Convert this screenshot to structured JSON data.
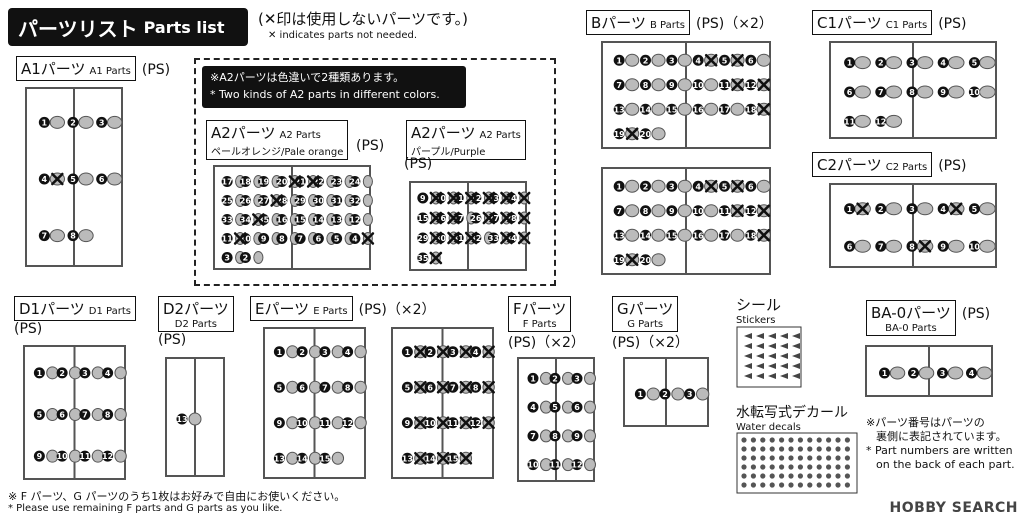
{
  "header": {
    "jp": "パーツリスト",
    "en": "Parts list"
  },
  "note": {
    "jp": "(✕印は使用しないパーツです。)",
    "en": "✕ indicates parts not needed."
  },
  "sections": {
    "a1": {
      "jp": "A1パーツ",
      "en": "A1 Parts",
      "ps": "(PS)"
    },
    "a2_note_jp": "※A2パーツは色違いで2種類あります。",
    "a2_note_tag": "A2",
    "a2_note_en": "* Two kinds of A2 parts in different colors.",
    "a2o": {
      "jp": "A2パーツ",
      "en": "A2 Parts",
      "color": "ペールオレンジ/Pale orange",
      "ps": "(PS)"
    },
    "a2p": {
      "jp": "A2パーツ",
      "en": "A2 Parts",
      "color": "パープル/Purple",
      "ps": "(PS)"
    },
    "b": {
      "jp": "Bパーツ",
      "en": "B Parts",
      "ps": "(PS)（×2）"
    },
    "c1": {
      "jp": "C1パーツ",
      "en": "C1 Parts",
      "ps": "(PS)"
    },
    "c2": {
      "jp": "C2パーツ",
      "en": "C2 Parts",
      "ps": "(PS)"
    },
    "d1": {
      "jp": "D1パーツ",
      "en": "D1 Parts",
      "ps": "(PS)"
    },
    "d2": {
      "jp": "D2パーツ",
      "en": "D2 Parts",
      "ps": "(PS)"
    },
    "e": {
      "jp": "Eパーツ",
      "en": "E Parts",
      "ps": "(PS)（×2）"
    },
    "f": {
      "jp": "Fパーツ",
      "en": "F Parts",
      "ps": "(PS)（×2）"
    },
    "g": {
      "jp": "Gパーツ",
      "en": "G Parts",
      "ps": "(PS)（×2）"
    },
    "sticker": {
      "jp": "シール",
      "en": "Stickers"
    },
    "decal": {
      "jp": "水転写式デカール",
      "en": "Water decals"
    },
    "ba0": {
      "jp": "BA-0パーツ",
      "en": "BA-0 Parts",
      "ps": "(PS)"
    }
  },
  "back_note": {
    "jp1": "※パーツ番号はパーツの",
    "jp2": "裏側に表記されています。",
    "en1": "* Part numbers are written",
    "en2": "on the back of each part."
  },
  "footer": {
    "jp": "※ F パーツ、G パーツのうち1枚はお好みで自由にお使いください。",
    "en": "* Please use remaining F parts and G parts as you like."
  },
  "watermark": "HOBBY SEARCH",
  "runners": {
    "a1": {
      "nums": [
        "1",
        "2",
        "3",
        "4",
        "5",
        "6",
        "7",
        "8"
      ],
      "x": 1
    },
    "a2o": {
      "nums": [
        "17",
        "18",
        "19",
        "20",
        "21",
        "22",
        "23",
        "24",
        "25",
        "26",
        "27",
        "28",
        "29",
        "30",
        "31",
        "32",
        "33",
        "34",
        "35",
        "16",
        "15",
        "14",
        "13",
        "12",
        "11",
        "10",
        "9",
        "8",
        "7",
        "6",
        "5",
        "4",
        "3",
        "2"
      ],
      "x": 6
    },
    "a2p": {
      "nums": [
        "9",
        "10",
        "11",
        "12",
        "13",
        "14",
        "15",
        "16",
        "17",
        "26",
        "27",
        "28",
        "29",
        "30",
        "31",
        "32",
        "33",
        "34",
        "35"
      ],
      "x": 17
    },
    "b": {
      "nums": [
        "1",
        "2",
        "3",
        "4",
        "5",
        "6",
        "7",
        "8",
        "9",
        "10",
        "11",
        "12",
        "13",
        "14",
        "15",
        "16",
        "17",
        "18",
        "19",
        "20"
      ],
      "x": 6
    },
    "c1": {
      "nums": [
        "1",
        "2",
        "3",
        "4",
        "5",
        "6",
        "7",
        "8",
        "9",
        "10",
        "11",
        "12"
      ],
      "x": 0
    },
    "c2": {
      "nums": [
        "1",
        "2",
        "3",
        "4",
        "5",
        "6",
        "7",
        "8",
        "9",
        "10"
      ],
      "x": 3
    },
    "d1": {
      "nums": [
        "1",
        "2",
        "3",
        "4",
        "5",
        "6",
        "7",
        "8",
        "9",
        "10",
        "11",
        "12"
      ],
      "x": 0
    },
    "d2": {
      "nums": [
        "13"
      ],
      "x": 0
    },
    "e1": {
      "nums": [
        "1",
        "2",
        "3",
        "4",
        "5",
        "6",
        "7",
        "8",
        "9",
        "10",
        "11",
        "12",
        "13",
        "14",
        "15"
      ],
      "x": 0
    },
    "e2": {
      "nums": [
        "1",
        "2",
        "3",
        "4",
        "5",
        "6",
        "7",
        "8",
        "9",
        "10",
        "11",
        "12",
        "13",
        "14",
        "15"
      ],
      "x": 15
    },
    "f": {
      "nums": [
        "1",
        "2",
        "3",
        "4",
        "5",
        "6",
        "7",
        "8",
        "9",
        "10",
        "11",
        "12"
      ],
      "x": 0
    },
    "g": {
      "nums": [
        "1",
        "2",
        "3"
      ],
      "x": 0
    },
    "ba0": {
      "nums": [
        "1",
        "2",
        "3",
        "4"
      ],
      "x": 0
    }
  }
}
